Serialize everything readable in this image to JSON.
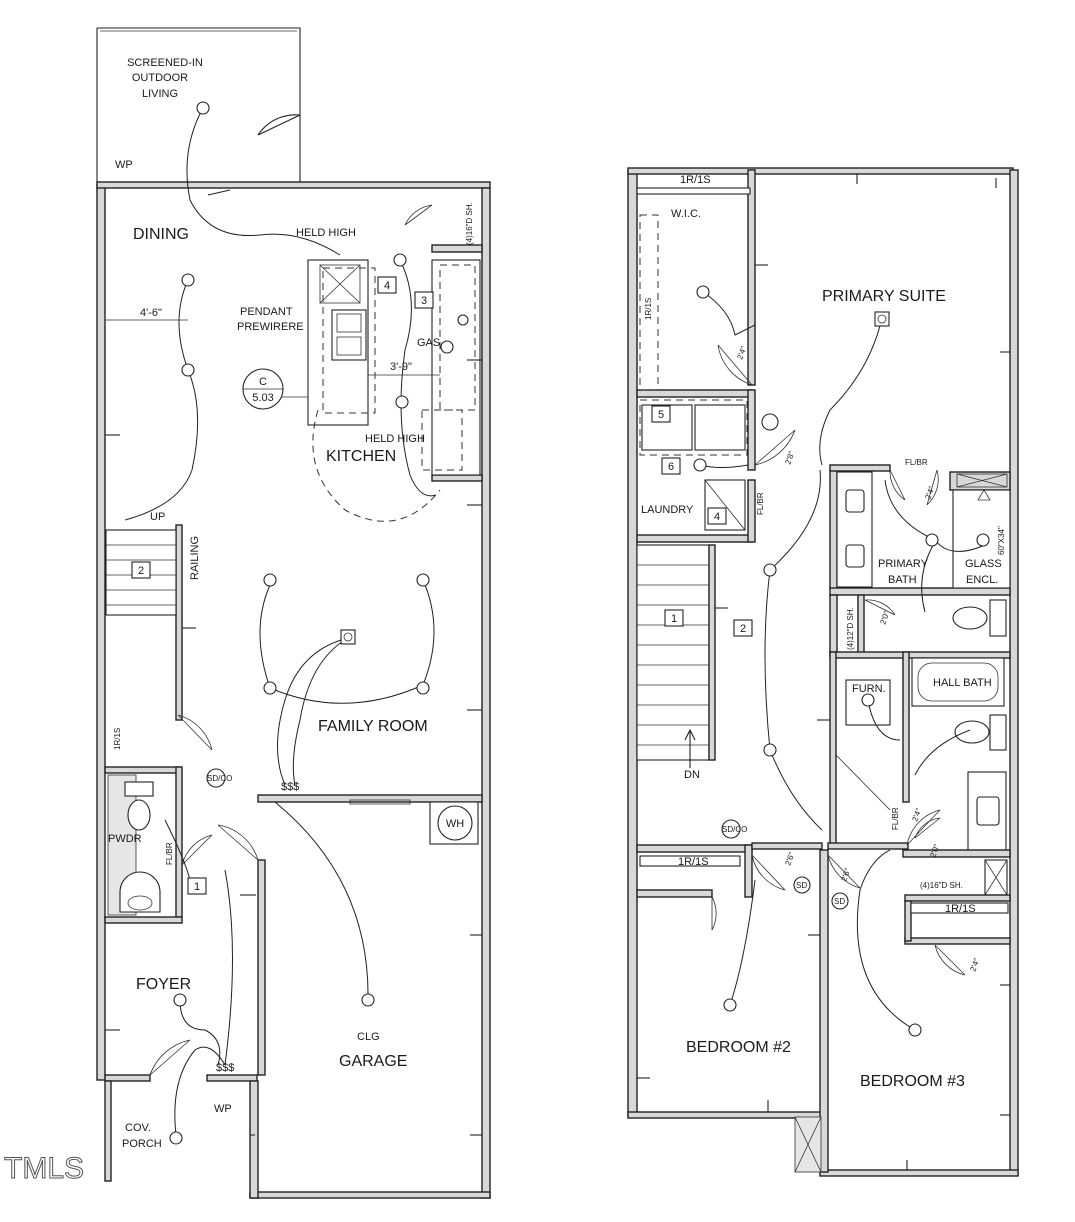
{
  "watermark": "TMLS",
  "first_floor": {
    "rooms": {
      "screened": [
        "SCREENED-IN",
        "OUTDOOR",
        "LIVING"
      ],
      "dining": "DINING",
      "kitchen": "KITCHEN",
      "family_room": "FAMILY ROOM",
      "foyer": "FOYER",
      "garage": "GARAGE",
      "powder": "PWDR",
      "porch": [
        "COV.",
        "PORCH"
      ]
    },
    "notes": {
      "held_high_top": "HELD HIGH",
      "held_high_bottom": "HELD HIGH",
      "pendant": [
        "PENDANT",
        "PREWIRERE"
      ],
      "dim_dining": "4'-6\"",
      "dim_kitchen": "3'-9\"",
      "shelves": "(4)16\"D SH.",
      "gas": "GAS",
      "up": "UP",
      "railing": "RAILING",
      "wh": "WH",
      "clg": "CLG",
      "wp_top": "WP",
      "wp_bottom": "WP",
      "rod_shelf": "1R/1S",
      "fl_br": "FL/BR",
      "sd_co": "SD/CO",
      "switch_triple": "$$$"
    },
    "section_ref": {
      "letter": "C",
      "sheet": "5.03"
    },
    "tags": [
      "1",
      "2",
      "3",
      "4"
    ]
  },
  "second_floor": {
    "rooms": {
      "primary_suite": "PRIMARY SUITE",
      "wic": "W.I.C.",
      "laundry": "LAUNDRY",
      "primary_bath": [
        "PRIMARY",
        "BATH"
      ],
      "glass_encl": [
        "GLASS",
        "ENCL."
      ],
      "hall_bath": "HALL BATH",
      "furnace": "FURN.",
      "bedroom2": "BEDROOM #2",
      "bedroom3": "BEDROOM #3"
    },
    "notes": {
      "rod_shelf": "1R/1S",
      "fl_br": "FL/BR",
      "shower_size": "60\"X34\"",
      "shelves_12": "(4)12\"D SH.",
      "shelves_16": "(4)16\"D SH.",
      "dn": "DN",
      "sd": "SD",
      "sd_co": "SD/CO",
      "door_24": "2'4\"",
      "door_26": "2'6\"",
      "door_28": "2'8\"",
      "door_20": "2'0\""
    },
    "tags": [
      "1",
      "2",
      "4",
      "5",
      "6"
    ]
  }
}
